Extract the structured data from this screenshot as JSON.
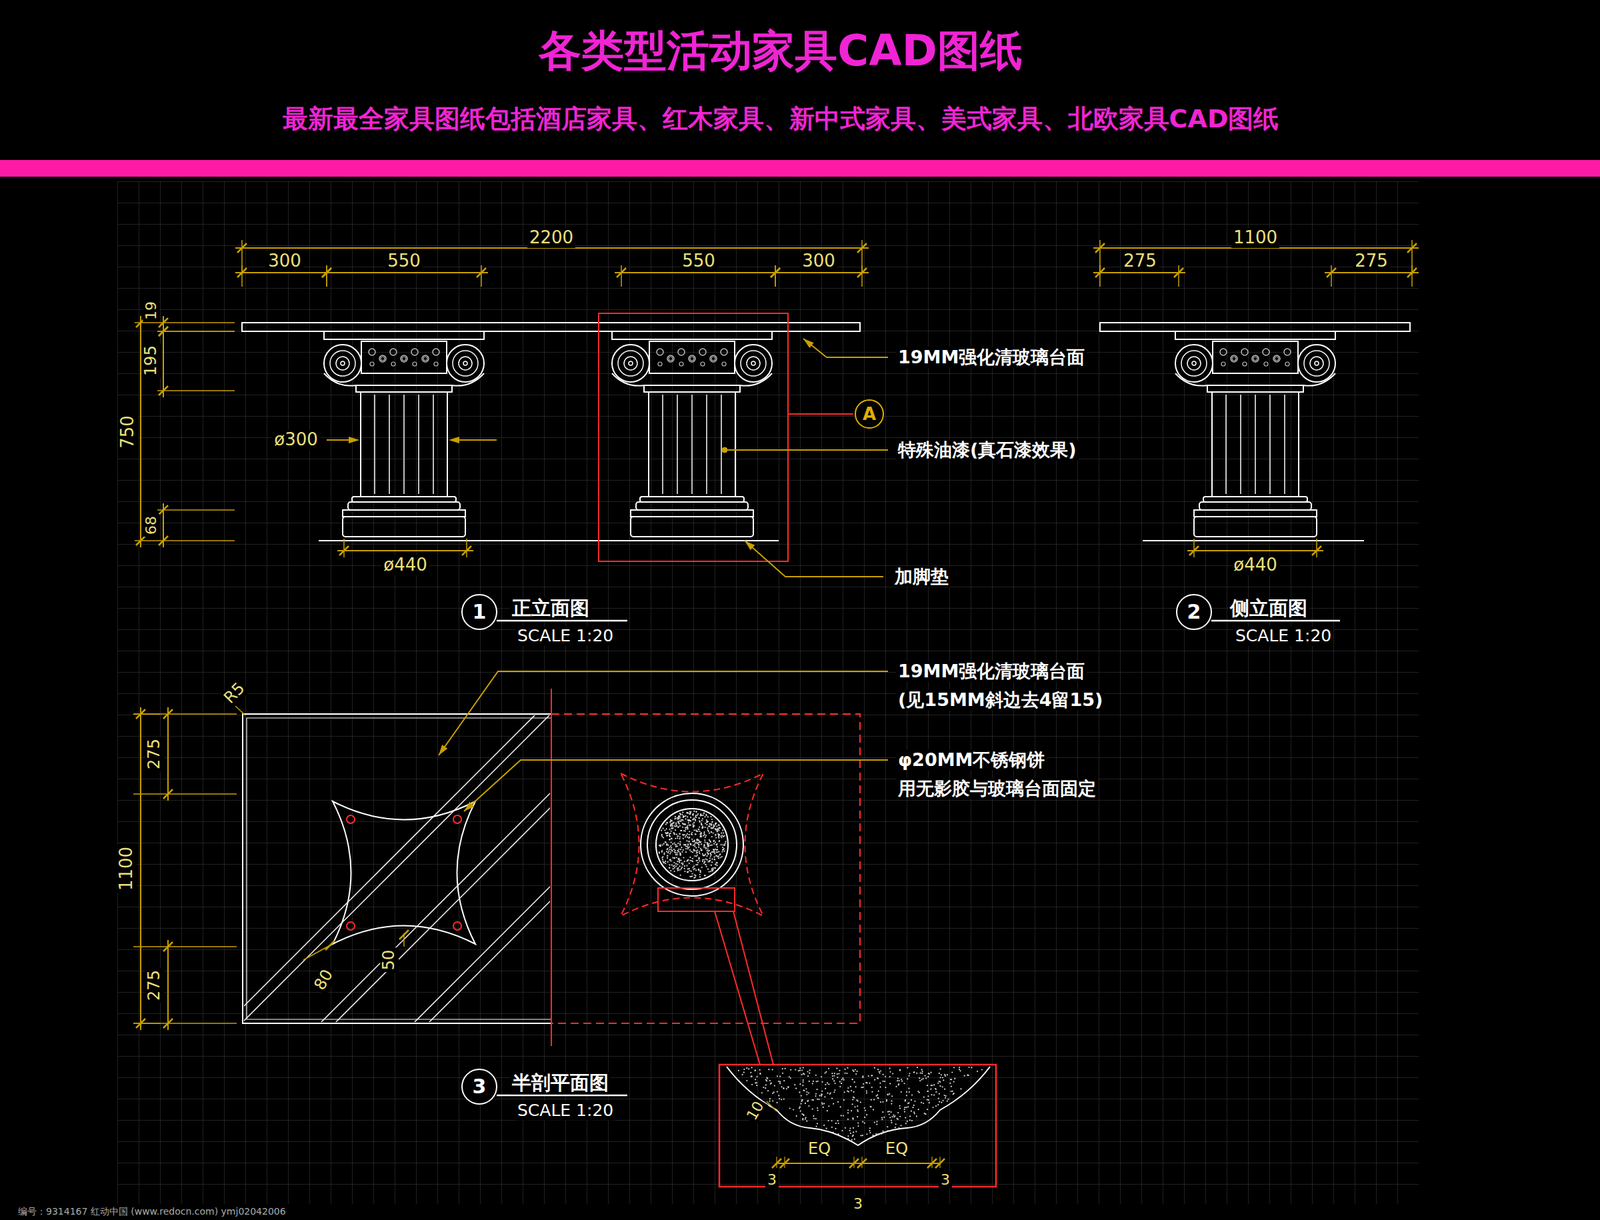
{
  "diagram": {
    "title": "各类型活动家具CAD图纸",
    "nodes": [
      {
        "text": [
          "A"
        ]
      },
      {
        "text": [
          "1"
        ]
      },
      {
        "text": [
          "2"
        ]
      },
      {
        "text": [
          "3"
        ]
      }
    ],
    "labels": [
      "最新最全家具图纸包括酒店家具、红木家具、新中式家具、美式家具、北欧家具CAD图纸",
      "2200",
      "300",
      "550",
      "550",
      "300",
      "19",
      "195",
      "750",
      "68",
      "ø300",
      "ø440",
      "19MM强化清玻璃台面",
      "特殊油漆(真石漆效果)",
      "加脚垫",
      "正立面图",
      "SCALE 1:20",
      "1100",
      "275",
      "275",
      "ø440",
      "侧立面图",
      "SCALE 1:20",
      "R5",
      "275",
      "1100",
      "275",
      "80",
      "50",
      "19MM强化清玻璃台面",
      "(见15MM斜边去4留15)",
      "φ20MM不锈钢饼",
      "用无影胶与玻璃台面固定",
      "半剖平面图",
      "SCALE 1:20",
      "10",
      "EQ",
      "EQ",
      "3",
      "3",
      "3",
      "编号：9314167    红动中国 (www.redocn.com)    ymj02042006"
    ]
  }
}
